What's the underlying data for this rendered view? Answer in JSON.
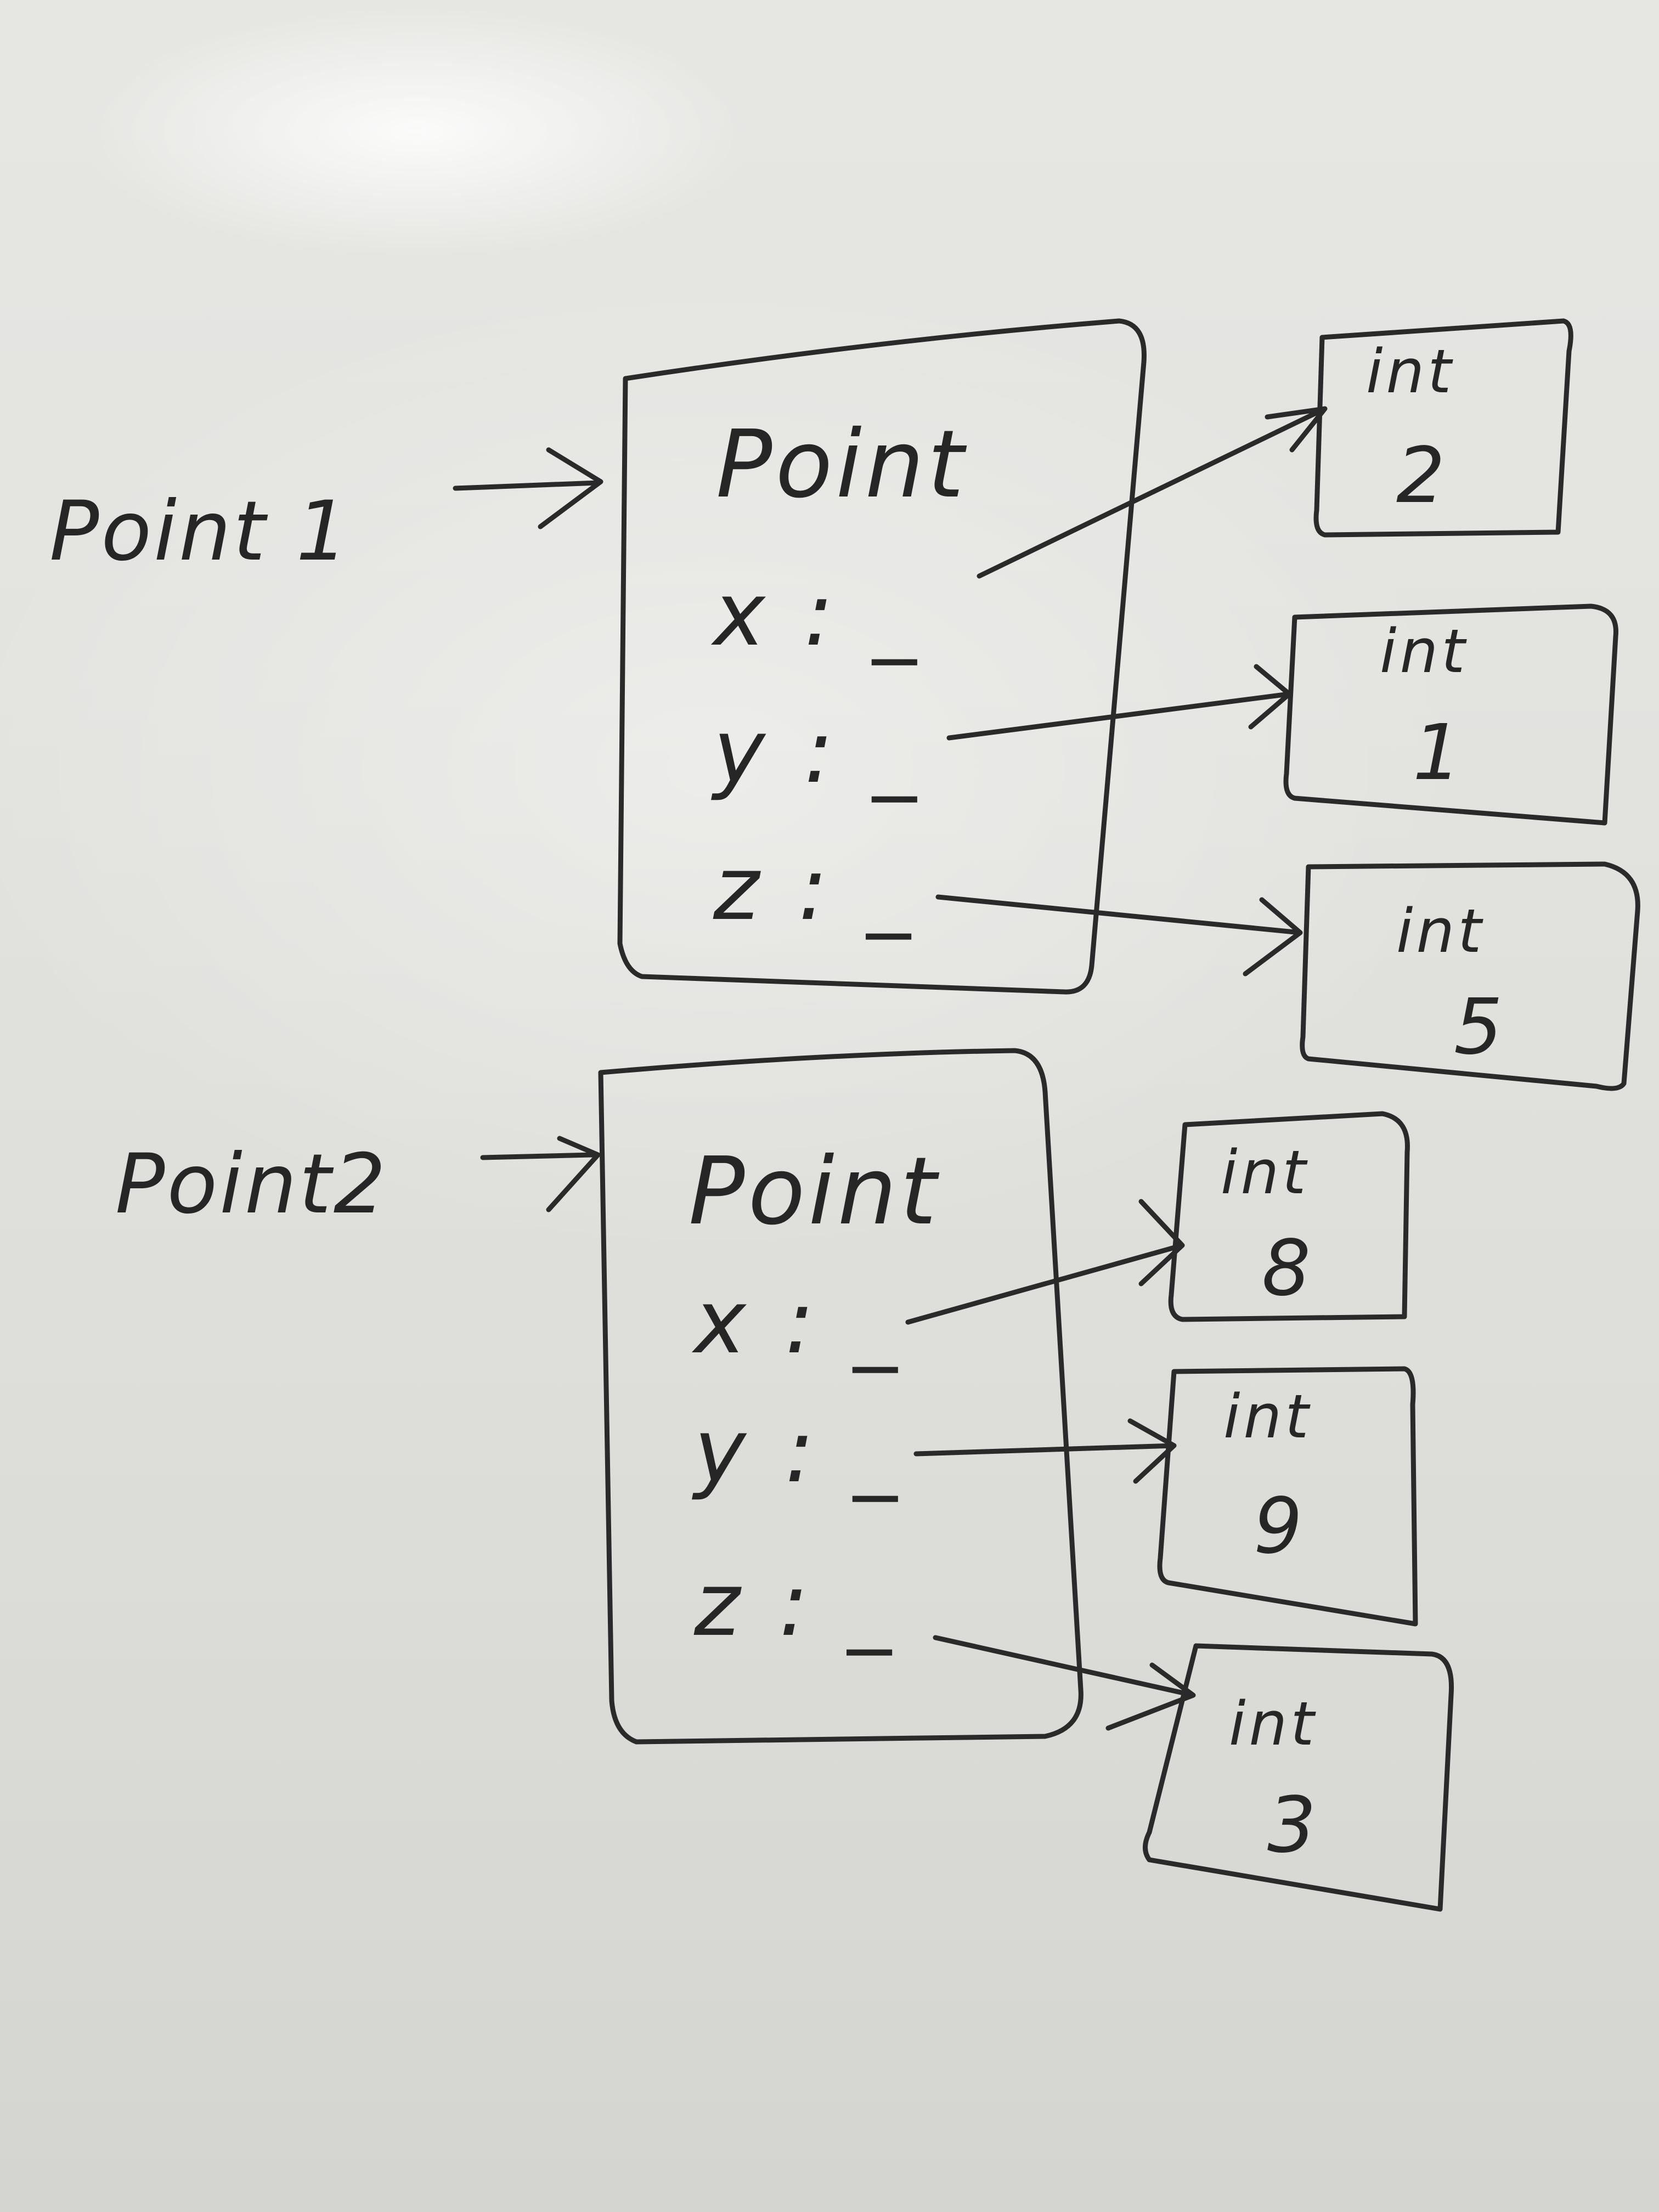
{
  "diagram": {
    "objects": [
      {
        "variable": "Point 1",
        "type": "Point",
        "fields": [
          {
            "label": "x : _",
            "value_type": "int",
            "value": "2"
          },
          {
            "label": "y : _",
            "value_type": "int",
            "value": "1"
          },
          {
            "label": "z : _",
            "value_type": "int",
            "value": "5"
          }
        ]
      },
      {
        "variable": "Point2",
        "type": "Point",
        "fields": [
          {
            "label": "x : _",
            "value_type": "int",
            "value": "8"
          },
          {
            "label": "y : _",
            "value_type": "int",
            "value": "9"
          },
          {
            "label": "z : _",
            "value_type": "int",
            "value": "3"
          }
        ]
      }
    ]
  },
  "colors": {
    "ink": "#2a2a2a",
    "board": "#e2e2df"
  }
}
